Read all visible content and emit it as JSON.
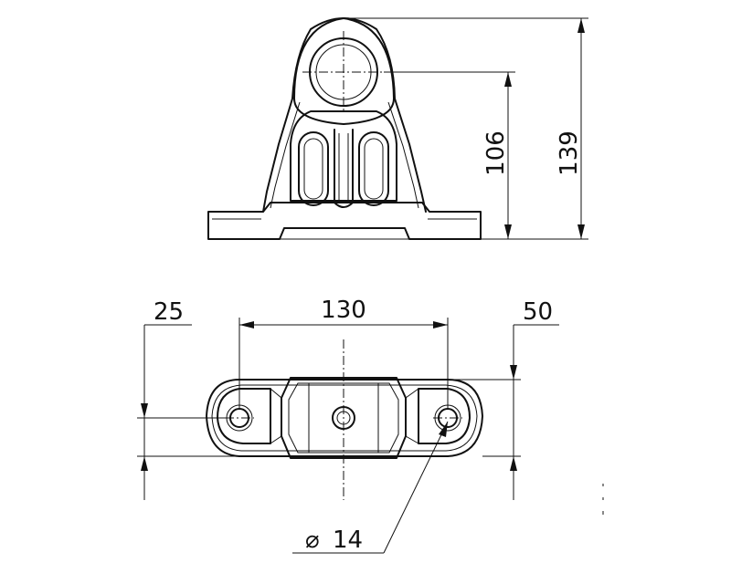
{
  "dimensions": {
    "total_height": "139",
    "axis_height": "106",
    "spacing_center": "130",
    "end_offset": "25",
    "width": "50",
    "hole_diameter": "14",
    "diameter_symbol": "⌀"
  }
}
